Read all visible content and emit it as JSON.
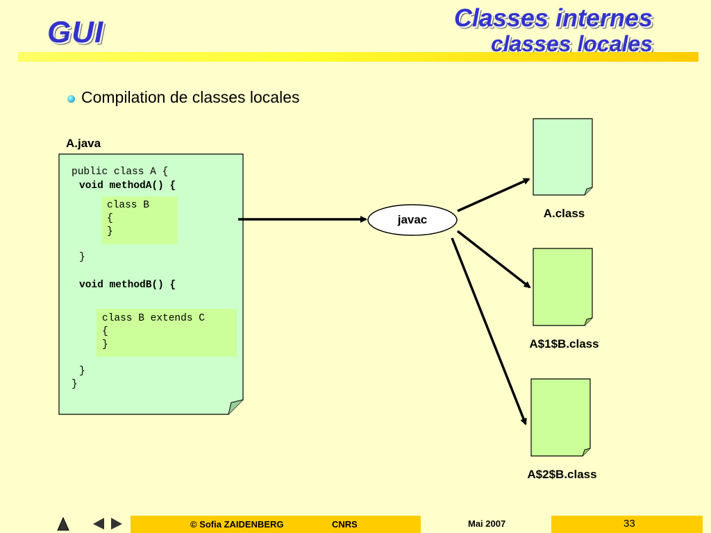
{
  "header": {
    "logo": "GUI",
    "title_line1": "Classes internes",
    "title_line2": "classes locales"
  },
  "bullet": "Compilation de classes locales",
  "source_file": {
    "label": "A.java",
    "lines": {
      "l1": "public class A {",
      "l2": "void methodA() {",
      "l6": "}",
      "l7": "void methodB() {",
      "l11": "}",
      "l12": "}"
    },
    "inner_b1": [
      "class B",
      "{",
      "}"
    ],
    "inner_b2": [
      "class B extends C",
      "{",
      "}"
    ]
  },
  "compiler": "javac",
  "outputs": [
    "A.class",
    "A$1$B.class",
    "A$2$B.class"
  ],
  "footer": {
    "author": "© Sofia ZAIDENBERG",
    "org": "CNRS",
    "date": "Mai 2007",
    "page": "33"
  },
  "colors": {
    "background": "#ffffcc",
    "title": "#3333cc",
    "doc_fill": "#ccffcc",
    "doc_fill_alt": "#ccff99",
    "accent": "#ffcc00"
  },
  "icons": [
    "home-triangle-icon",
    "prev-arrow-icon",
    "next-arrow-icon"
  ]
}
